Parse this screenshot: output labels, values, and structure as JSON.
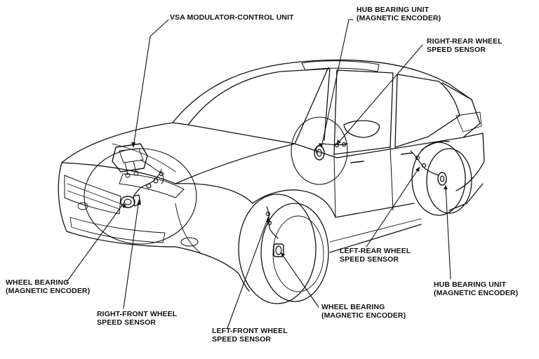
{
  "labels": {
    "vsa_unit": {
      "line1": "VSA MODULATOR-CONTROL UNIT"
    },
    "hub_bearing_top": {
      "line1": "HUB BEARING UNIT",
      "line2": "(MAGNETIC ENCODER)"
    },
    "right_rear_sensor": {
      "line1": "RIGHT-REAR WHEEL",
      "line2": "SPEED SENSOR"
    },
    "left_rear_sensor": {
      "line1": "LEFT-REAR WHEEL",
      "line2": "SPEED SENSOR"
    },
    "hub_bearing_right": {
      "line1": "HUB BEARING UNIT",
      "line2": "(MAGNETIC ENCODER)"
    },
    "wheel_bearing_left": {
      "line1": "WHEEL BEARING",
      "line2": "(MAGNETIC ENCODER)"
    },
    "right_front_sensor": {
      "line1": "RIGHT-FRONT WHEEL",
      "line2": "SPEED SENSOR"
    },
    "wheel_bearing_front": {
      "line1": "WHEEL BEARING",
      "line2": "(MAGNETIC ENCODER)"
    },
    "left_front_sensor": {
      "line1": "LEFT-FRONT WHEEL",
      "line2": "SPEED SENSOR"
    }
  },
  "colors": {
    "ink": "#111111",
    "paper": "#ffffff"
  }
}
